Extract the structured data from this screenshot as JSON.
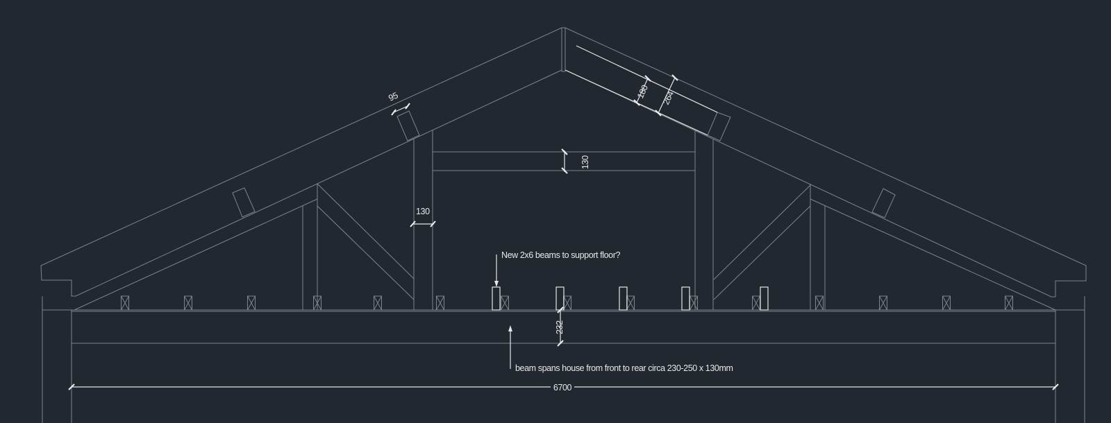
{
  "drawing": {
    "background_color": "#212830",
    "line_color": "#7f858d",
    "annotation_color": "#e8e8e8",
    "annotations": {
      "new_beams": "New 2x6 beams to support floor?",
      "main_beam": "beam spans house from front to rear circa 230-250 x 130mm"
    },
    "dimensions": {
      "purlin_width": "95",
      "rafter_depth_inner": "180",
      "rafter_depth_outer": "264",
      "collar_tie_depth": "130",
      "post_width": "130",
      "beam_depth": "232",
      "overall_span": "6700"
    }
  }
}
